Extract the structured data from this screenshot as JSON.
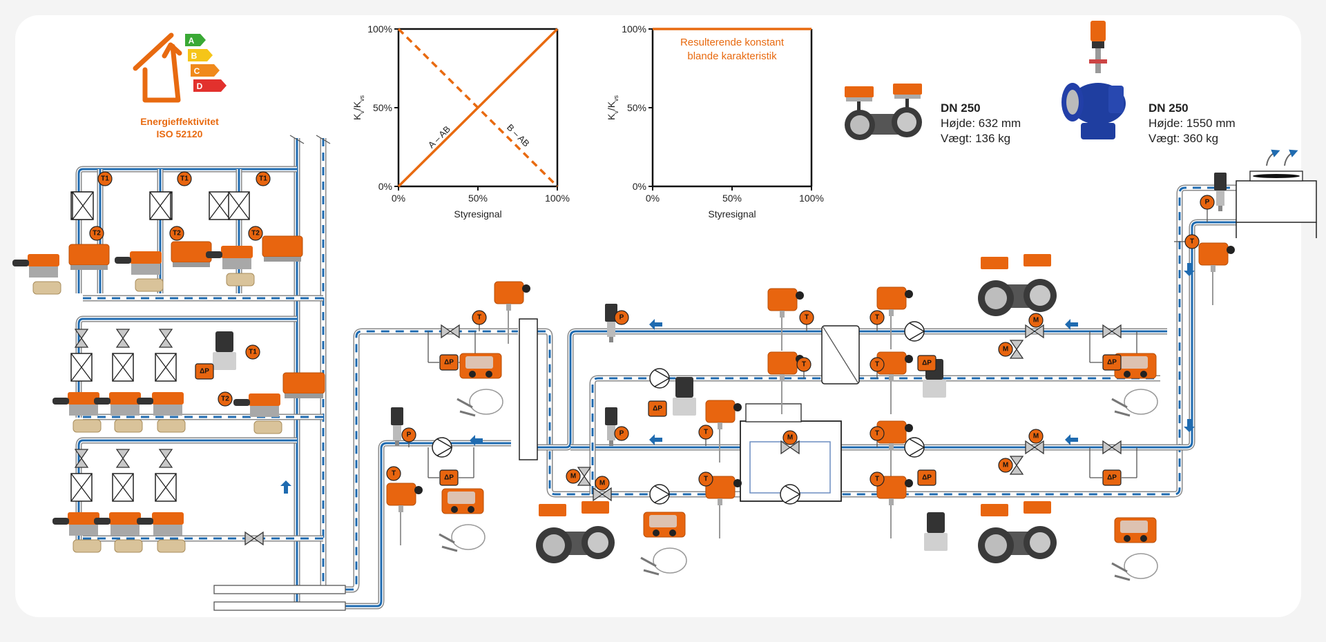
{
  "logo": {
    "title": "Energieffektivitet",
    "subtitle": "ISO 52120",
    "classes": [
      {
        "letter": "A",
        "color": "#3aa935"
      },
      {
        "letter": "B",
        "color": "#f5c518"
      },
      {
        "letter": "C",
        "color": "#f08a1c"
      },
      {
        "letter": "D",
        "color": "#e2312d"
      }
    ],
    "house_color": "#e86a10"
  },
  "colors": {
    "accent": "#e86a10",
    "pipe_blue": "#1f6bb0",
    "pipe_gray": "#8a8a8a",
    "sensor_fill": "#e8650f"
  },
  "chart_data": [
    {
      "type": "line",
      "title": "",
      "xlabel": "Styresignal",
      "ylabel": "Kv/Kvs",
      "ylabel_main": "K",
      "ylabel_sub1": "v",
      "ylabel_mid": "/K",
      "ylabel_sub2": "vs",
      "xlim": [
        0,
        100
      ],
      "ylim": [
        0,
        100
      ],
      "x_ticks": [
        "0%",
        "50%",
        "100%"
      ],
      "y_ticks": [
        "0%",
        "50%",
        "100%"
      ],
      "grid": false,
      "series": [
        {
          "name": "A – AB",
          "style": "solid",
          "x": [
            0,
            100
          ],
          "y": [
            0,
            100
          ]
        },
        {
          "name": "B – AB",
          "style": "dashed",
          "x": [
            0,
            100
          ],
          "y": [
            100,
            0
          ]
        }
      ]
    },
    {
      "type": "line",
      "title": "",
      "xlabel": "Styresignal",
      "ylabel": "Kv/Kvs",
      "ylabel_main": "K",
      "ylabel_sub1": "v",
      "ylabel_mid": "/K",
      "ylabel_sub2": "vs",
      "xlim": [
        0,
        100
      ],
      "ylim": [
        0,
        100
      ],
      "x_ticks": [
        "0%",
        "50%",
        "100%"
      ],
      "y_ticks": [
        "0%",
        "50%",
        "100%"
      ],
      "grid": false,
      "annotation_line1": "Resulterende konstant",
      "annotation_line2": "blande karakteristik",
      "series": [
        {
          "name": "Resulterende konstant blande karakteristik",
          "style": "solid",
          "x": [
            0,
            100
          ],
          "y": [
            100,
            100
          ]
        }
      ]
    }
  ],
  "products": [
    {
      "name": "butterfly-valve-dn250",
      "title": "DN 250",
      "height": "Højde: 632 mm",
      "weight": "Vægt: 136 kg"
    },
    {
      "name": "globe-valve-dn250",
      "title": "DN 250",
      "height": "Højde: 1550 mm",
      "weight": "Vægt: 360 kg"
    }
  ],
  "sensor_labels": {
    "t": "T",
    "t1": "T1",
    "t2": "T2",
    "p": "P",
    "dp": "ΔP",
    "m": "M"
  }
}
